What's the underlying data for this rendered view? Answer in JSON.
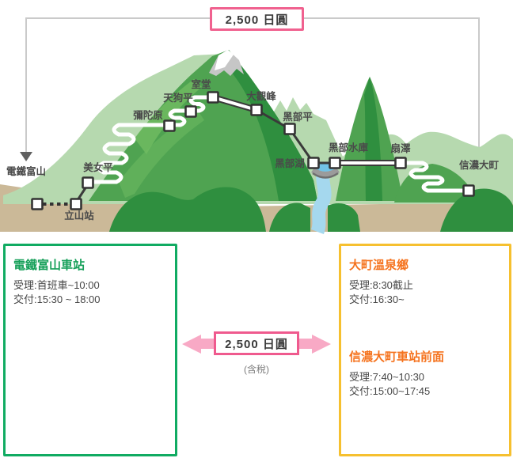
{
  "top_banner": {
    "price": "2,500 日圓"
  },
  "map": {
    "terminals": {
      "left": "電鐵富山",
      "right": "信濃大町"
    },
    "stations": {
      "tateyama": "立山站",
      "bijodaira": "美女平",
      "midagahara": "彌陀原",
      "tengudaira": "天狗平",
      "murodo": "室堂",
      "daikanbo": "大觀峰",
      "kurobedaira": "黑部平",
      "kurobeko": "黑部湖",
      "kurobe_dam": "黑部水庫",
      "ogizawa": "扇澤"
    }
  },
  "pickup_left": {
    "title": "電鐵富山車站",
    "line1": "受理:首班車~10:00",
    "line2": "交付:15:30 ~ 18:00"
  },
  "pickup_right": {
    "section1": {
      "title": "大町溫泉鄉",
      "line1": "受理:8:30截止",
      "line2": "交付:16:30~"
    },
    "section2": {
      "title": "信濃大町車站前面",
      "line1": "受理:7:40~10:30",
      "line2": "交付:15:00~17:45"
    }
  },
  "price": {
    "label": "2,500 日圓",
    "tax_note": "(含稅)"
  },
  "colors": {
    "green_border": "#10ab62",
    "green_title": "#17a05a",
    "yellow_border": "#f6c02f",
    "orange_title": "#f5731e",
    "pink_border": "#ef5a8e",
    "pink_arrow": "#f8a9c5",
    "mountain_light": "#b6d9af",
    "mountain_mid": "#4fa351",
    "mountain_dark": "#2f8f3f",
    "ground_tan": "#cbb998",
    "river_blue": "#a5d8ee"
  }
}
